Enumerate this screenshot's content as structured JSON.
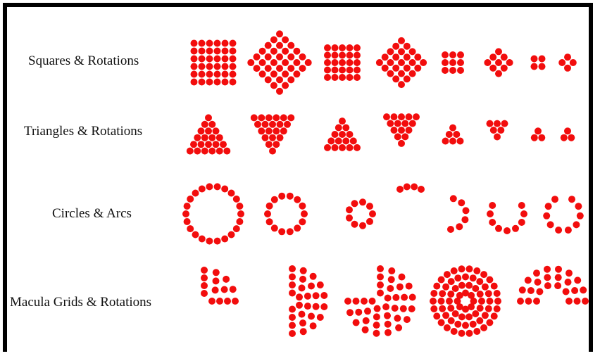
{
  "colors": {
    "dot": "#f20d0d",
    "frame": "#000000",
    "text": "#111111"
  },
  "rows": [
    {
      "label": "Squares & Rotations"
    },
    {
      "label": "Triangles & Rotations"
    },
    {
      "label": "Circles & Arcs"
    },
    {
      "label": "Macula Grids & Rotations"
    }
  ]
}
